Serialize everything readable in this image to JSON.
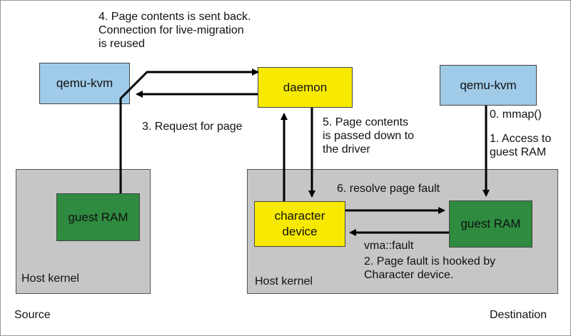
{
  "boxes": {
    "qemu_kvm_source": "qemu-kvm",
    "daemon": "daemon",
    "qemu_kvm_dest": "qemu-kvm",
    "guest_ram_source": "guest RAM",
    "character_device": "character\ndevice",
    "guest_ram_dest": "guest RAM"
  },
  "kernels": {
    "source": "Host kernel",
    "destination": "Host kernel"
  },
  "labels": {
    "step4": "4. Page contents is sent back.\nConnection for live-migration\nis reused",
    "step3": "3. Request for page",
    "step5": "5. Page contents\nis passed down to\nthe driver",
    "step0": "0. mmap()",
    "step1": "1. Access to\nguest RAM",
    "step6": "6. resolve page fault",
    "vma_fault": "vma::fault",
    "step2": "2. Page fault is hooked by\nCharacter device.",
    "source": "Source",
    "destination": "Destination"
  },
  "colors": {
    "qemu_box": "#9fcbe8",
    "daemon_box": "#f7ea00",
    "guest_ram_box": "#2e8b3f",
    "host_kernel": "#c6c6c6"
  }
}
